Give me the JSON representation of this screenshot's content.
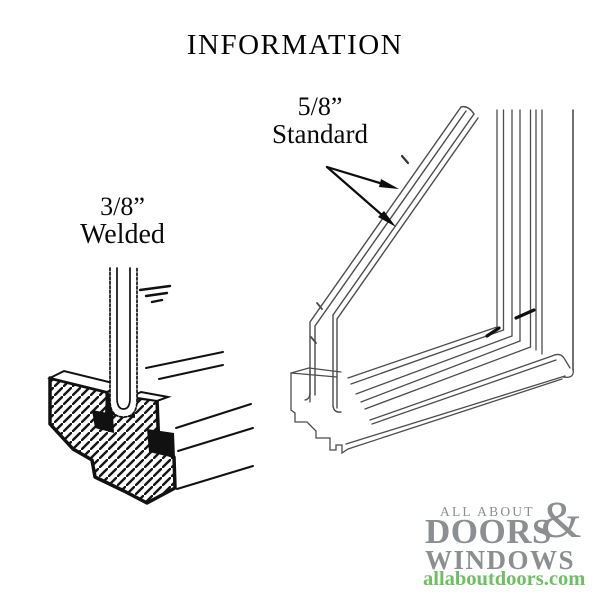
{
  "title": "INFORMATION",
  "diagram": {
    "left_label_size": "3/8”",
    "left_label_text": "Welded",
    "right_label_size": "5/8”",
    "right_label_text": "Standard"
  },
  "logo": {
    "line1": "ALL ABOUT",
    "ampersand": "&",
    "line2": "DOORS",
    "line3": "WINDOWS",
    "url": "allaboutdoors.com",
    "gray_color": "#8b8f92",
    "green_color": "#6dbf63"
  }
}
